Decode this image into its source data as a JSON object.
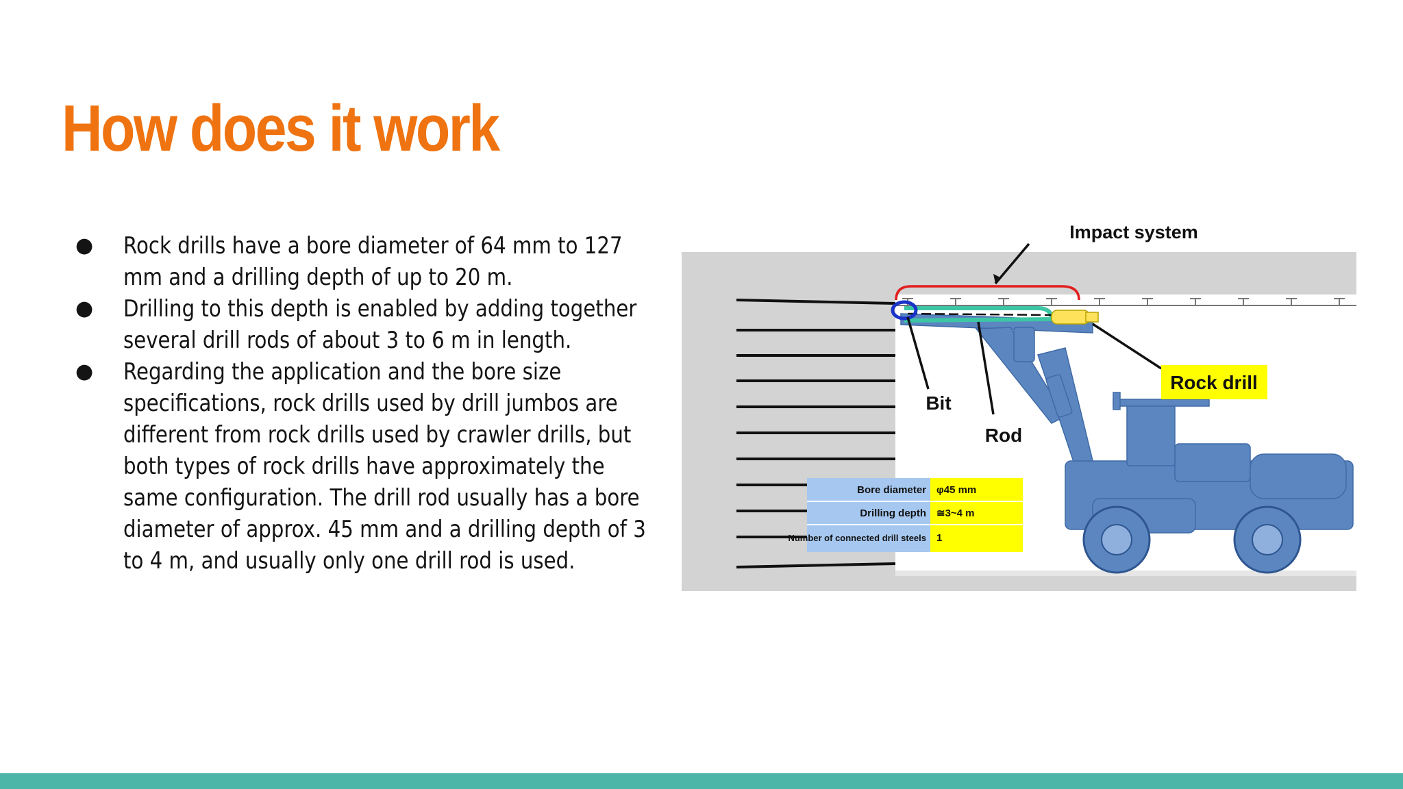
{
  "slide": {
    "title": "How does it work",
    "bullets": [
      "Rock drills have a bore diameter of 64 mm to 127 mm and a drilling depth of up to 20 m.",
      "Drilling to this depth is enabled by adding together several drill rods of about 3 to 6 m in length.",
      "Regarding the application and the bore size specifications, rock drills used by drill jumbos are different from rock drills used by crawler drills, but both types of rock drills have approximately the same configuration. The drill rod usually has a bore diameter of approx. 45 mm and a drilling depth of 3 to 4 m, and usually only one drill rod is used."
    ],
    "bullet_glyph": "●"
  },
  "diagram": {
    "labels": {
      "impact_system": "Impact system",
      "rock_drill": "Rock drill",
      "bit": "Bit",
      "rod": "Rod"
    },
    "spec_table": [
      {
        "label": "Bore diameter",
        "value": "φ45 mm"
      },
      {
        "label": "Drilling depth",
        "value": "≅3~4 m"
      },
      {
        "label": "Number of connected drill steels",
        "value": "1"
      }
    ],
    "colors": {
      "title": "#ef7311",
      "bottom_bar": "#4db6a8",
      "machine": "#5b86c0",
      "ground": "#d3d3d3",
      "bracket": "#e21d1d",
      "rod": "#3cc6a4",
      "highlight": "#ffff00",
      "spec_label_bg": "#a6c8f0",
      "bit_ring": "#1a33c8"
    }
  }
}
